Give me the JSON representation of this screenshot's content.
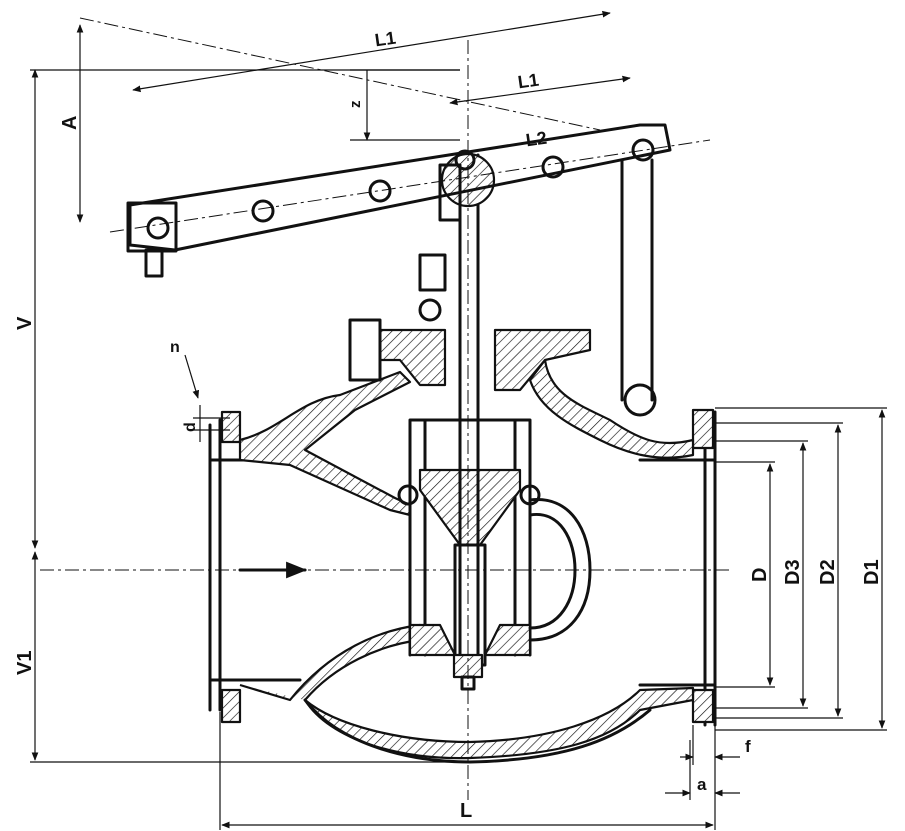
{
  "labels": {
    "L1_top": "L1",
    "L1_mid": "L1",
    "L2": "L2",
    "A": "A",
    "z": "z",
    "V": "V",
    "V1": "V1",
    "n": "n",
    "d": "d",
    "D": "D",
    "D3": "D3",
    "D2": "D2",
    "D1": "D1",
    "f": "f",
    "a": "a",
    "L": "L"
  },
  "colors": {
    "ink": "#111111",
    "paper": "#ffffff"
  }
}
